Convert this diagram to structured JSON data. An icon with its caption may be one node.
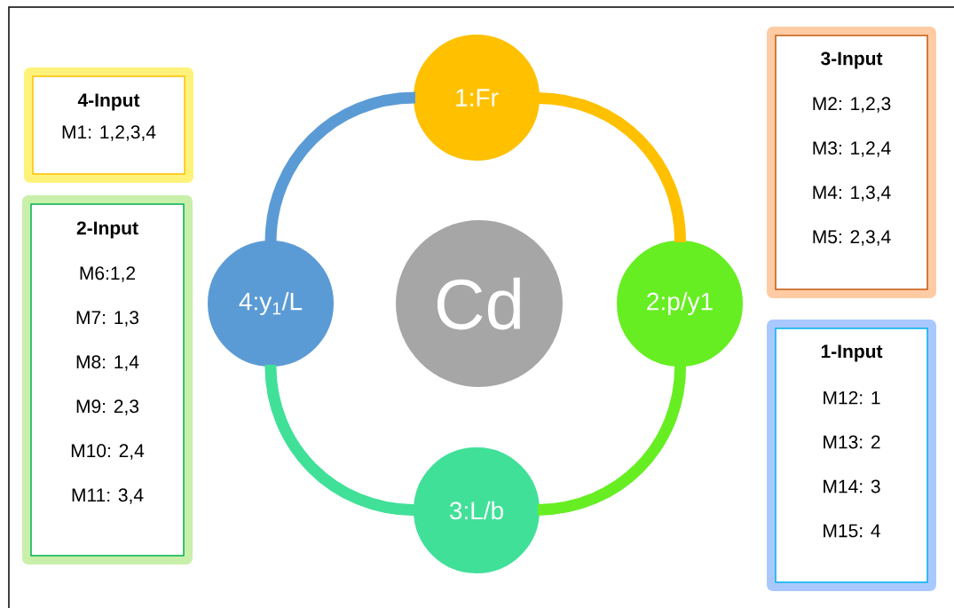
{
  "diagram": {
    "nodes": [
      {
        "text": [
          "1:Fr"
        ]
      },
      {
        "text": [
          "2:p/y1"
        ]
      },
      {
        "text": [
          "3:L/b"
        ]
      },
      {
        "text": [
          "4:y$_{1}$/L"
        ]
      },
      {
        "text": [
          "Cd"
        ]
      },
      {
        "text": [
          "4-Input",
          "M1: 1,2,3,4"
        ]
      },
      {
        "text": [
          "3-Input",
          "M2: 1,2,3",
          "M3: 1,2,4",
          "M4: 1,3,4",
          "M5: 2,3,4"
        ]
      },
      {
        "text": [
          "2-Input",
          "M6:1,2",
          "M7: 1,3",
          "M8: 1,4",
          "M9: 2,3",
          "M10: 2,4",
          "M11: 3,4"
        ]
      },
      {
        "text": [
          "1-Input",
          "M12: 1",
          "M13: 2",
          "M14: 3",
          "M15: 4"
        ]
      }
    ],
    "edges": [
      {
        "from": 0,
        "to": 1,
        "arrow": "none",
        "color": "#ffc000"
      },
      {
        "from": 1,
        "to": 2,
        "arrow": "none",
        "color": "#66ee22"
      },
      {
        "from": 2,
        "to": 3,
        "arrow": "none",
        "color": "#40e098"
      },
      {
        "from": 3,
        "to": 0,
        "arrow": "none",
        "color": "#5b9bd5"
      }
    ]
  }
}
